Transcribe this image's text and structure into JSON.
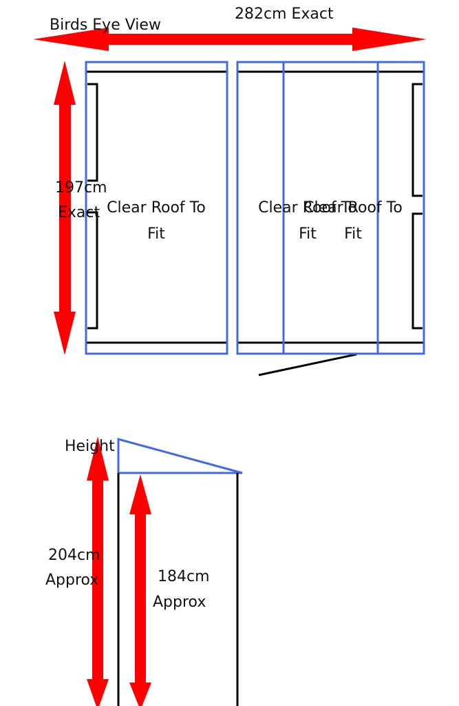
{
  "colors": {
    "arrow": "#ff0000",
    "panel_outline": "#4169e1",
    "line": "#000000",
    "text": "#111111"
  },
  "plan": {
    "view_label": "Birds Eye View",
    "width_label": "282cm Exact",
    "depth_label_line1": "197cm",
    "depth_label_line2": "Exact",
    "panels": [
      {
        "line1": "Clear Roof To",
        "line2": "Fit"
      },
      {
        "line1": "Clear Roof To",
        "line2": "Fit"
      },
      {
        "line1": "Clear Roof To",
        "line2": "Fit"
      }
    ]
  },
  "elevation": {
    "height_label": "Height",
    "total_height_line1": "204cm",
    "total_height_line2": "Approx",
    "wall_height_line1": "184cm",
    "wall_height_line2": "Approx"
  }
}
